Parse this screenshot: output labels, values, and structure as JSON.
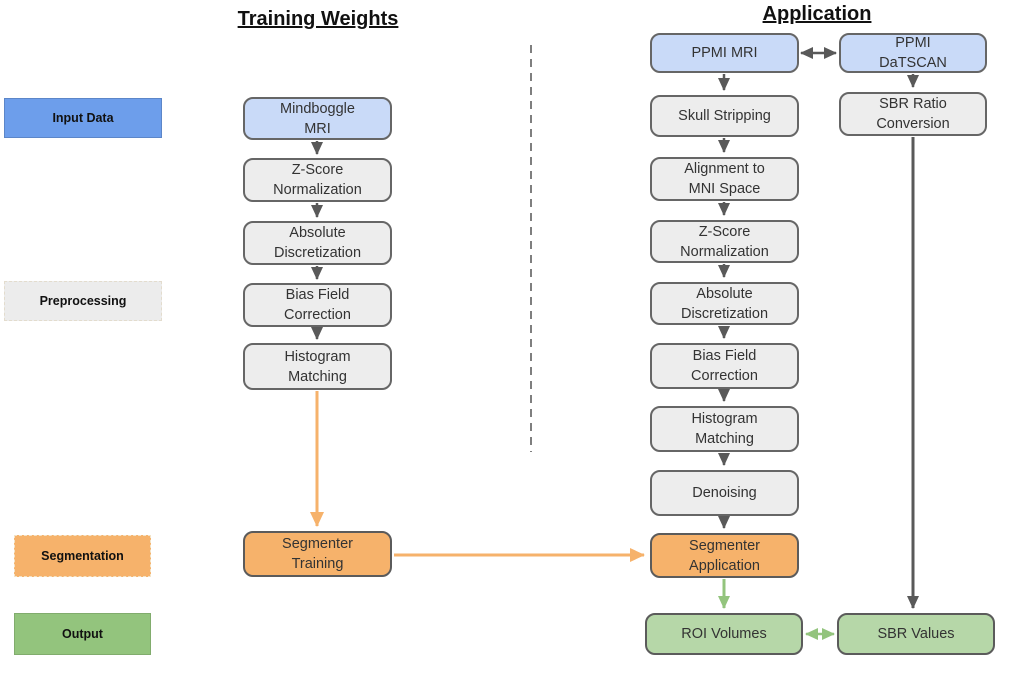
{
  "titles": {
    "training": "Training Weights",
    "application": "Application"
  },
  "legend": {
    "input_data": "Input Data",
    "preprocessing": "Preprocessing",
    "segmentation": "Segmentation",
    "output": "Output"
  },
  "training_pipeline": {
    "mindboggle_mri": "Mindboggle\nMRI",
    "zscore_normalization": "Z-Score\nNormalization",
    "absolute_discretization": "Absolute\nDiscretization",
    "bias_field_correction": "Bias Field\nCorrection",
    "histogram_matching": "Histogram\nMatching",
    "segmenter_training": "Segmenter\nTraining"
  },
  "application_pipeline": {
    "ppmi_mri": "PPMI MRI",
    "skull_stripping": "Skull Stripping",
    "alignment_mni": "Alignment to\nMNI Space",
    "zscore_normalization": "Z-Score\nNormalization",
    "absolute_discretization": "Absolute\nDiscretization",
    "bias_field_correction": "Bias Field\nCorrection",
    "histogram_matching": "Histogram\nMatching",
    "denoising": "Denoising",
    "segmenter_application": "Segmenter\nApplication",
    "roi_volumes": "ROI Volumes"
  },
  "datscan_pipeline": {
    "ppmi_datscan": "PPMI\nDaTSCAN",
    "sbr_ratio_conversion": "SBR Ratio\nConversion",
    "sbr_values": "SBR Values"
  },
  "colors": {
    "input_node_fill": "#c9daf8",
    "preprocessing_node_fill": "#ededed",
    "segmentation_node_fill": "#f6b26b",
    "output_node_fill": "#b6d7a8",
    "legend_input": "#6d9eeb",
    "legend_preprocessing": "#ececec",
    "legend_segmentation": "#f6b26b",
    "legend_output": "#93c47d",
    "node_border": "#666666",
    "arrow_gray": "#595959",
    "arrow_orange": "#f6b26b",
    "arrow_green": "#93c47d"
  }
}
